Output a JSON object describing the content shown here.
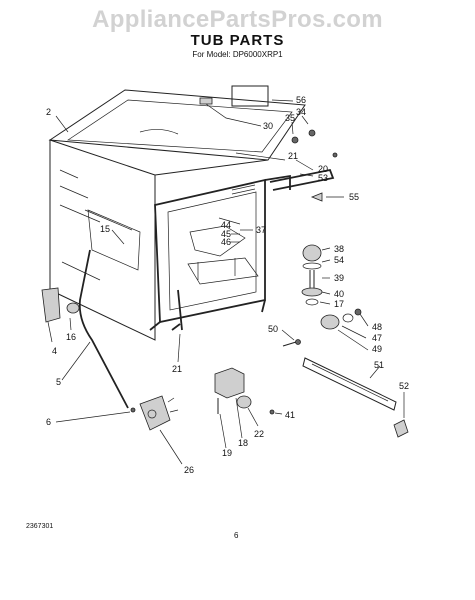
{
  "header": {
    "watermark": "AppliancePartsPros.com",
    "title": "TUB PARTS",
    "model_line": "For Model: DP6000XRP1"
  },
  "footer": {
    "doc_code": "2367301",
    "page_number": "6"
  },
  "callouts": [
    "2",
    "56",
    "34",
    "35",
    "30",
    "21",
    "20",
    "53",
    "55",
    "15",
    "44",
    "45",
    "46",
    "37",
    "38",
    "54",
    "39",
    "40",
    "17",
    "16",
    "50",
    "48",
    "47",
    "49",
    "4",
    "5",
    "51",
    "21",
    "52",
    "6",
    "41",
    "22",
    "18",
    "19",
    "26"
  ],
  "colors": {
    "line": "#222222",
    "watermark": "#d2d2d2",
    "background": "#ffffff"
  }
}
